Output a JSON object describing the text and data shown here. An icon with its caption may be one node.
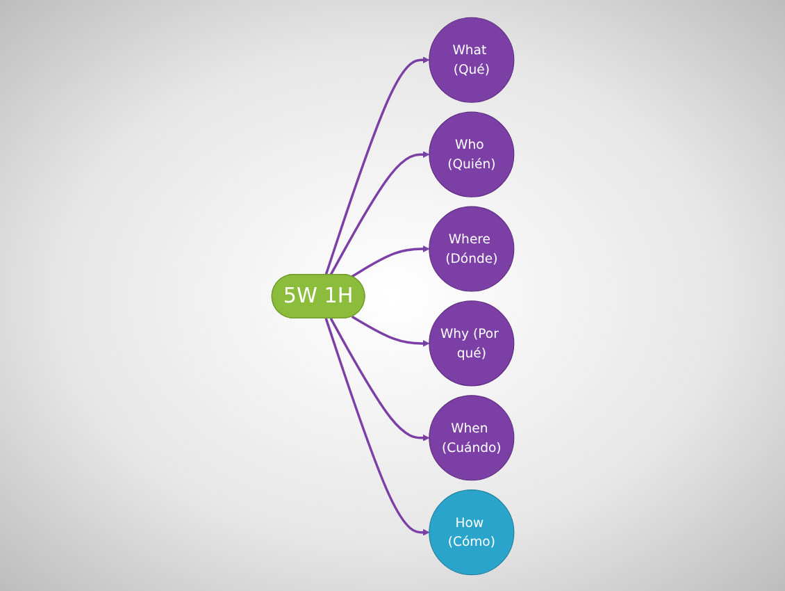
{
  "diagram": {
    "nodes": [
      {
        "text": [
          "5W 1H"
        ]
      },
      {
        "text": [
          "What (Qué)"
        ]
      },
      {
        "text": [
          "Who (Quién)"
        ]
      },
      {
        "text": [
          "Where (Dónde)"
        ]
      },
      {
        "text": [
          "Why (Por qué)"
        ]
      },
      {
        "text": [
          "When (Cuándo)"
        ]
      },
      {
        "text": [
          "How (Cómo)"
        ]
      }
    ],
    "edges": [
      {
        "from": 0,
        "to": 1,
        "arrow": "to"
      },
      {
        "from": 0,
        "to": 2,
        "arrow": "to"
      },
      {
        "from": 0,
        "to": 3,
        "arrow": "to"
      },
      {
        "from": 0,
        "to": 4,
        "arrow": "to"
      },
      {
        "from": 0,
        "to": 5,
        "arrow": "to"
      },
      {
        "from": 0,
        "to": 6,
        "arrow": "to"
      }
    ]
  }
}
